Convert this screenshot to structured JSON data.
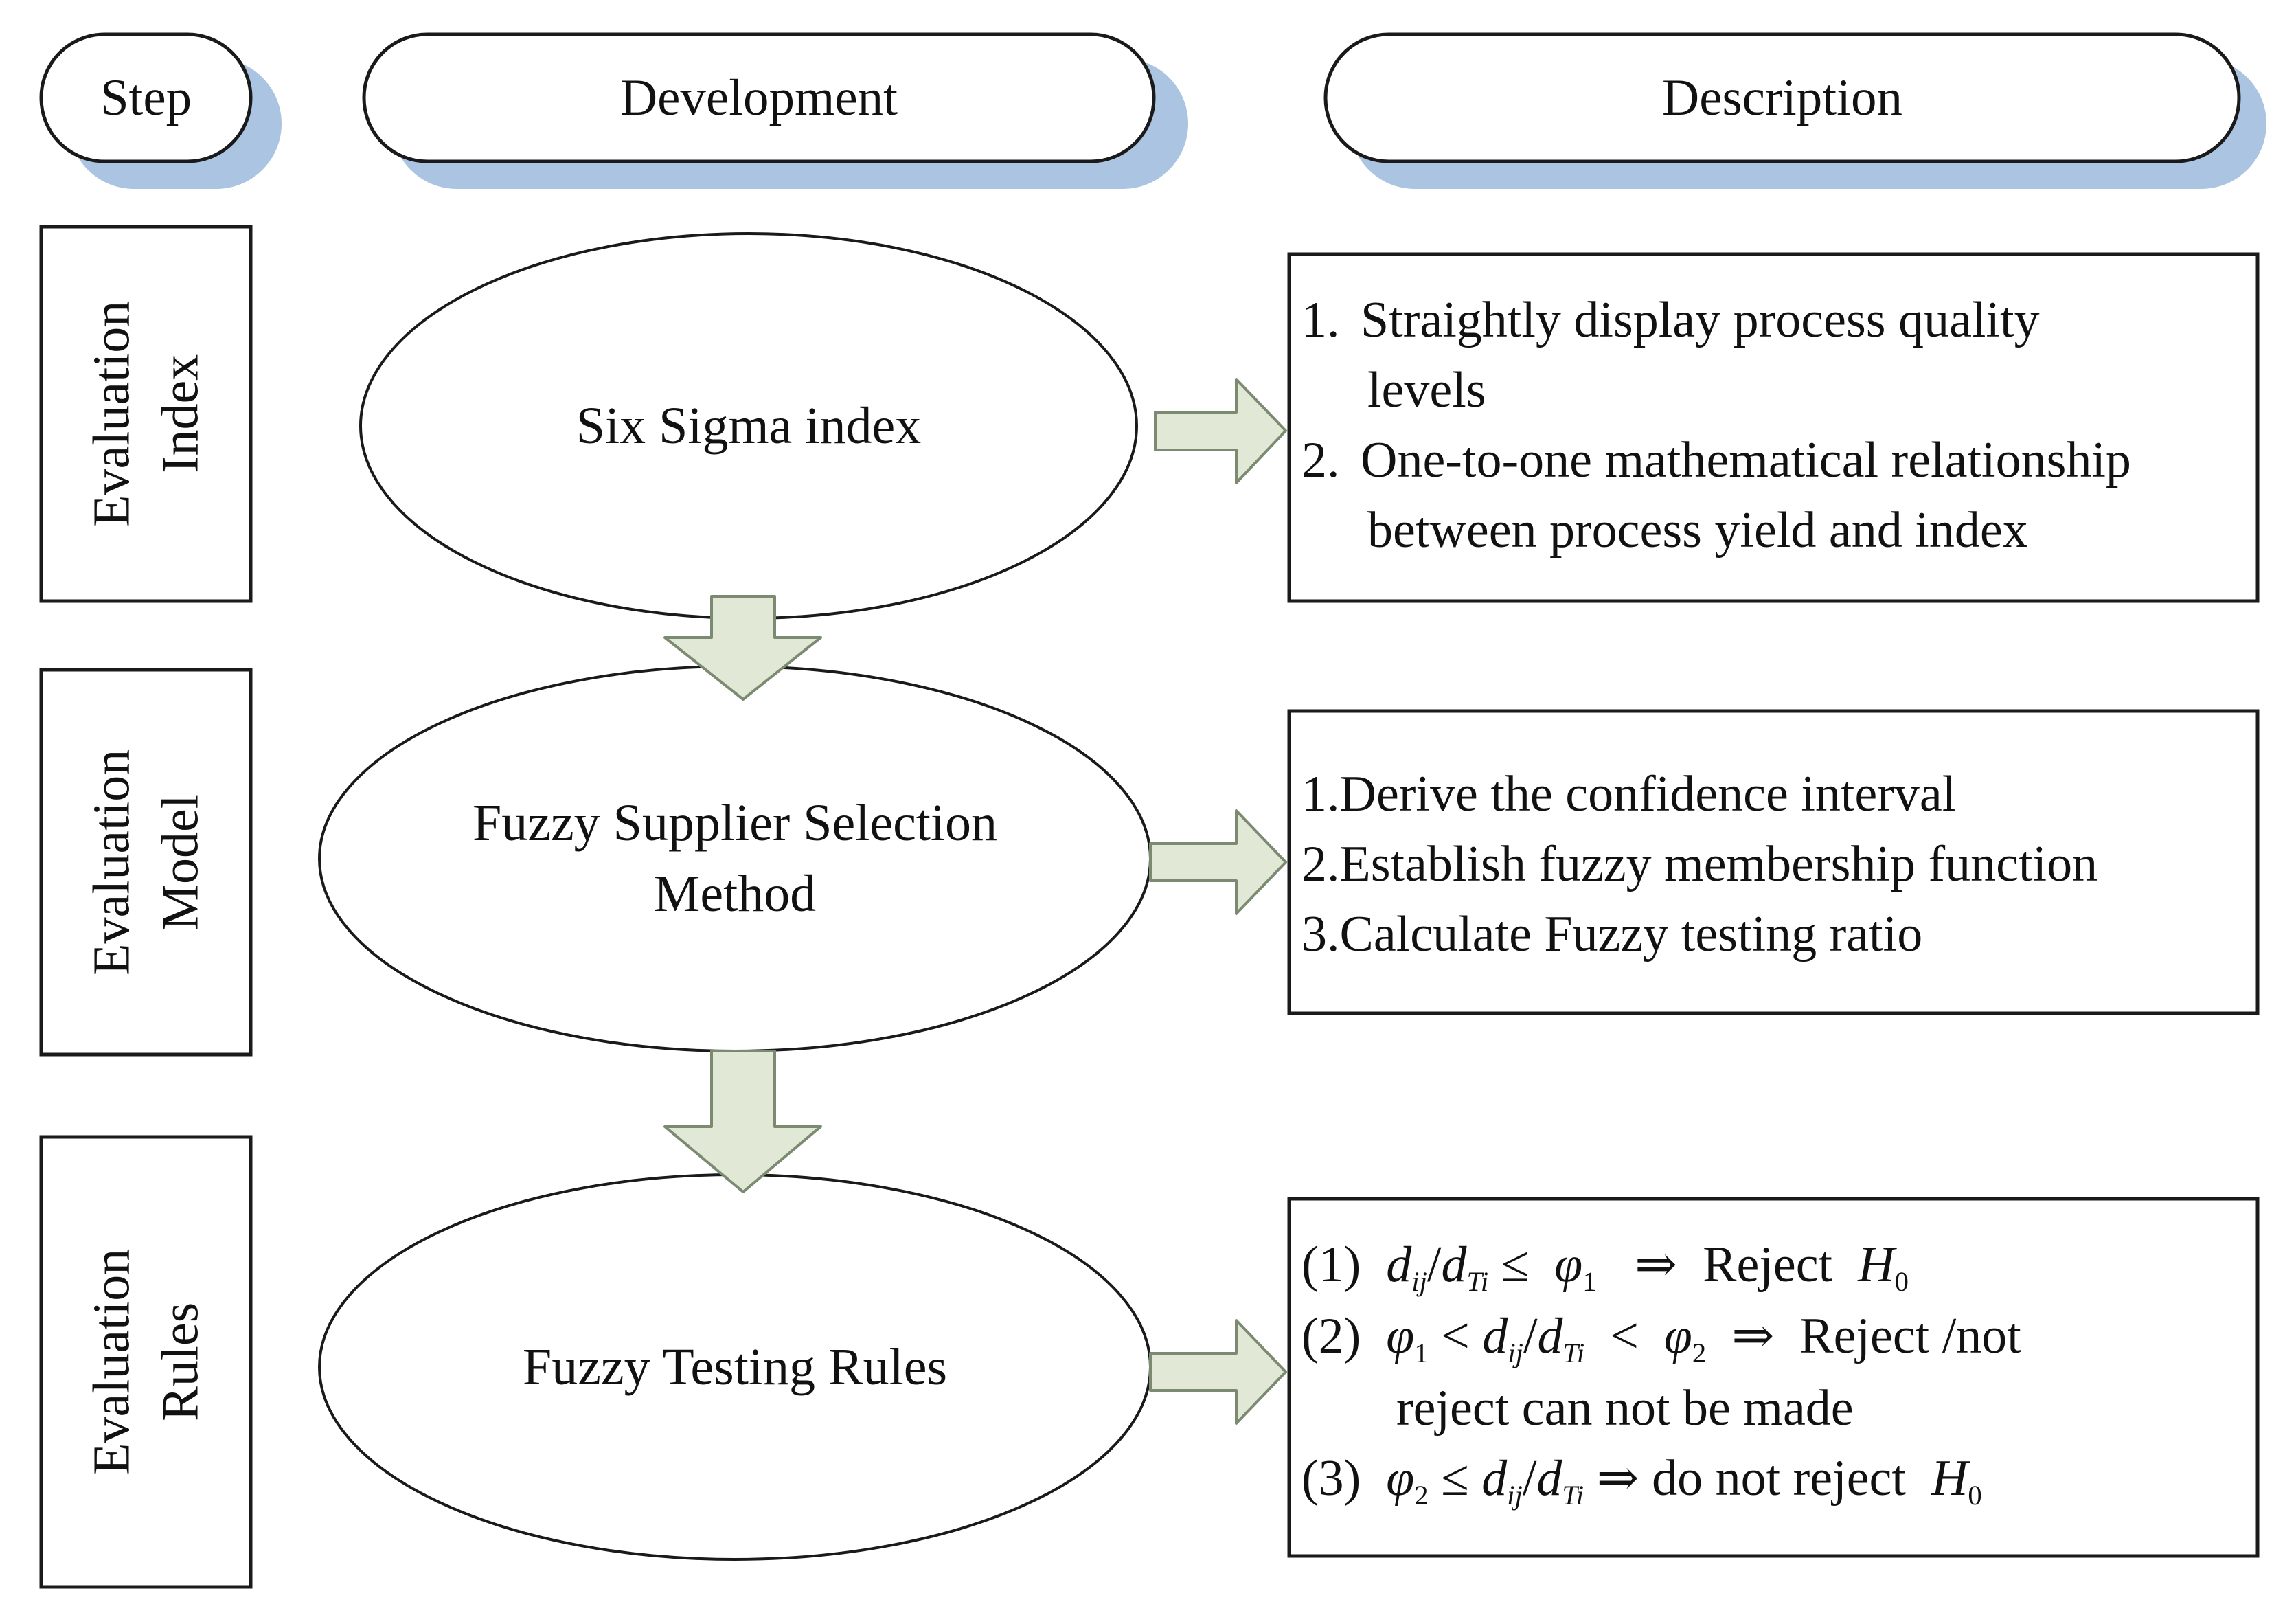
{
  "header": {
    "step": "Step",
    "development": "Development",
    "description": "Description"
  },
  "steps": [
    {
      "label_line1": "Evaluation",
      "label_line2": "Index",
      "development_lines": [
        "Six Sigma index"
      ],
      "description": [
        {
          "number": "1.",
          "lines": [
            "Straightly display process quality",
            "levels"
          ]
        },
        {
          "number": "2.",
          "lines": [
            "One-to-one mathematical relationship",
            "between process  yield and index"
          ]
        }
      ]
    },
    {
      "label_line1": "Evaluation",
      "label_line2": "Model",
      "development_lines": [
        "Fuzzy Supplier Selection",
        "Method"
      ],
      "description": [
        {
          "number": "1.",
          "lines": [
            "Derive the confidence interval"
          ]
        },
        {
          "number": "2.",
          "lines": [
            "Establish fuzzy membership function"
          ]
        },
        {
          "number": "3.",
          "lines": [
            "Calculate Fuzzy testing ratio"
          ]
        }
      ]
    },
    {
      "label_line1": "Evaluation",
      "label_line2": "Rules",
      "development_lines": [
        "Fuzzy Testing Rules"
      ],
      "rules": [
        {
          "number": "(1)",
          "condition": "dij/dTi ≤ φ1",
          "arrow": "⇒",
          "result": "Reject  H0"
        },
        {
          "number": "(2)",
          "condition": "φ1 < dij/dTi < φ2",
          "arrow": "⇒",
          "result": "Reject /not",
          "continuation": "reject can not be made"
        },
        {
          "number": "(3)",
          "condition": "φ2 ≤ dij/dTi",
          "arrow": "⇒",
          "result": "do not reject  H0"
        }
      ]
    }
  ],
  "colors": {
    "header_shadow": "#aac4e2",
    "arrow_fill": "#e1e8d6",
    "arrow_stroke": "#7d8a72",
    "line": "#1a1a1a"
  }
}
